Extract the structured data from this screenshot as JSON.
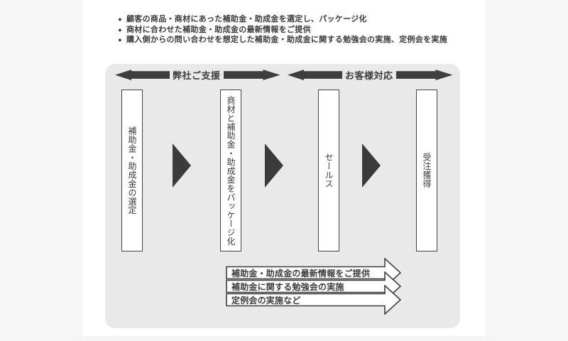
{
  "colors": {
    "page_bg": "#f6f6f6",
    "card_bg": "#ffffff",
    "panel_bg": "#e9e9e9",
    "dark": "#3e3e3e",
    "box_border": "#434343",
    "text": "#3a3a3a"
  },
  "bullets": [
    "顧客の商品・商材にあった補助金・助成金を選定し、パッケージ化",
    "商材に合わせた補助金・助成金の最新情報をご提供",
    "購入側からの問い合わせを想定した補助金・助成金に関する勉強会の実施、定例会を実施"
  ],
  "bullet_glyph": "●",
  "phases": [
    {
      "label": "弊社ご支援"
    },
    {
      "label": "お客様対応"
    }
  ],
  "steps": [
    {
      "label": "補助金・助成金の選定"
    },
    {
      "label": "商材と補助金・助成金をパッケージ化"
    },
    {
      "label": "セールス"
    },
    {
      "label": "受注獲得"
    }
  ],
  "support_arrows": [
    {
      "label": "補助金・助成金の最新情報をご提供"
    },
    {
      "label": "補助金に関する勉強会の実施"
    },
    {
      "label": "定例会の実施など"
    }
  ]
}
